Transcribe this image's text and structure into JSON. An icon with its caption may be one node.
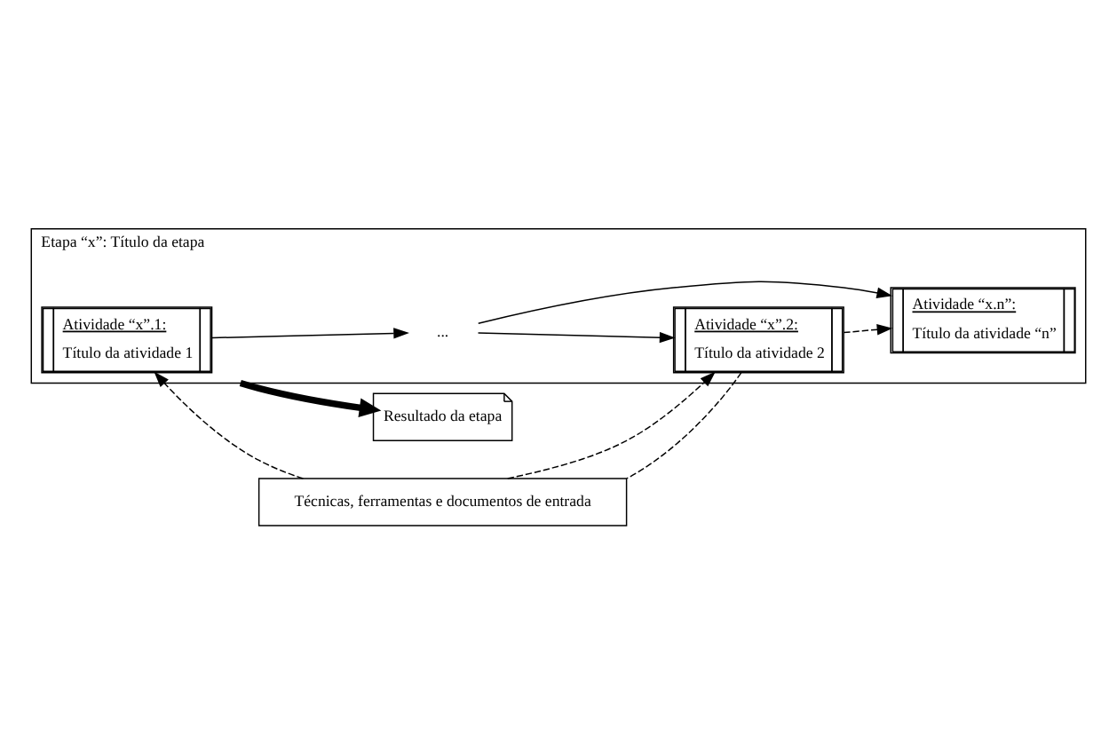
{
  "diagram": {
    "nodes": [
      {
        "text": [
          "Etapa “x”: Título da etapa"
        ]
      },
      {
        "text": [
          "Atividade “x”.1:",
          "Título da atividade 1"
        ],
        "in": 0
      },
      {
        "text": [
          "..."
        ],
        "in": 0
      },
      {
        "text": [
          "Atividade “x.n”:",
          "Título da atividade “n”"
        ],
        "in": 0
      },
      {
        "text": [
          "Atividade “x”.2:",
          "Título da atividade 2"
        ],
        "in": 0
      },
      {
        "text": [
          "Técnicas, ferramentas e documentos de entrada"
        ]
      },
      {
        "text": [
          "Resultado da etapa"
        ]
      }
    ],
    "edges": [
      {
        "from": 1,
        "to": 2,
        "arrow": "to"
      },
      {
        "from": 2,
        "to": 3,
        "arrow": "to"
      },
      {
        "from": 2,
        "to": 4,
        "arrow": "to"
      },
      {
        "from": 4,
        "to": 3,
        "arrow": "to",
        "style": "dashed"
      },
      {
        "from": 5,
        "to": 1,
        "arrow": "to",
        "style": "dashed"
      },
      {
        "from": 5,
        "to": 4,
        "arrow": "to",
        "style": "dashed"
      },
      {
        "from": 4,
        "to": 5,
        "arrow": "none",
        "style": "dashed"
      },
      {
        "from": 0,
        "to": 6,
        "arrow": "to",
        "style": "thick"
      }
    ]
  }
}
